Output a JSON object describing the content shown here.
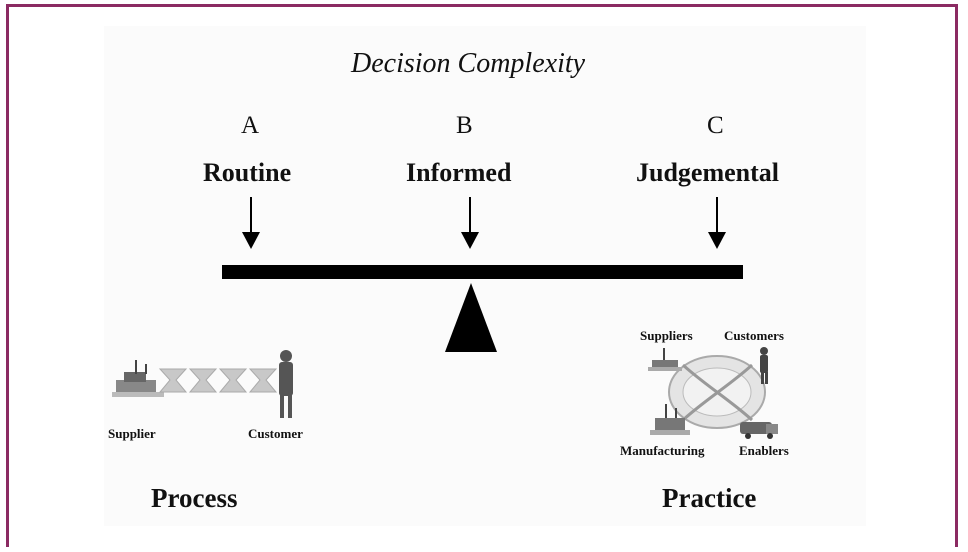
{
  "title": "Decision Complexity",
  "levels": [
    {
      "letter": "A",
      "name": "Routine"
    },
    {
      "letter": "B",
      "name": "Informed"
    },
    {
      "letter": "C",
      "name": "Judgemental"
    }
  ],
  "process": {
    "supplier_label": "Supplier",
    "customer_label": "Customer",
    "caption": "Process"
  },
  "practice": {
    "suppliers_label": "Suppliers",
    "customers_label": "Customers",
    "manufacturing_label": "Manufacturing",
    "enablers_label": "Enablers",
    "caption": "Practice"
  },
  "colors": {
    "border": "#8b2a62",
    "ink": "#000000"
  }
}
